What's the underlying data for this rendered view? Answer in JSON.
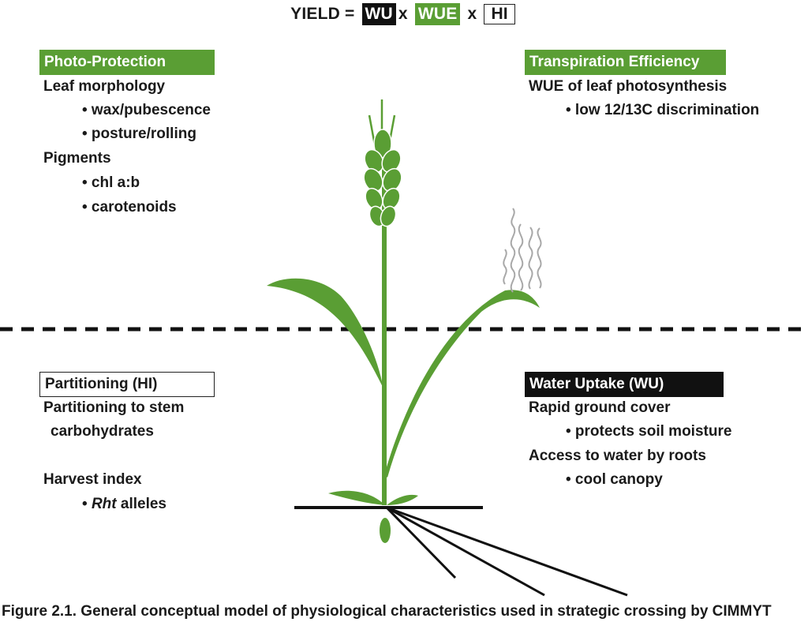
{
  "equation": {
    "prefix": "YIELD =",
    "term_wu": "WU",
    "op1": "x",
    "term_wue": "WUE",
    "op2": "x",
    "term_hi": "HI"
  },
  "photo_protection": {
    "header": "Photo-Protection",
    "leaf_morphology": "Leaf morphology",
    "wax": "• wax/pubescence",
    "posture": "• posture/rolling",
    "pigments": "Pigments",
    "chl": "• chl a:b",
    "carotenoids": "• carotenoids"
  },
  "transpiration": {
    "header": "Transpiration Efficiency",
    "wue_leaf": "WUE of leaf photosynthesis",
    "discrimination": "• low 12/13C discrimination"
  },
  "partitioning": {
    "header": "Partitioning (HI)",
    "stem1": "Partitioning to stem",
    "stem2": "carbohydrates",
    "harvest": "Harvest index",
    "rht_bullet": "• ",
    "rht_italic": "Rht",
    "rht_rest": " alleles"
  },
  "water_uptake": {
    "header": "Water Uptake (WU)",
    "ground_cover": "Rapid ground cover",
    "soil_moisture": "• protects soil moisture",
    "roots": "Access to water by roots",
    "canopy": "• cool canopy"
  },
  "caption": "Figure 2.1. General conceptual model of physiological characteristics used in strategic crossing by CIMMYT",
  "colors": {
    "green": "#5a9e34",
    "black": "#111111",
    "vapor": "#a8a8a8"
  }
}
